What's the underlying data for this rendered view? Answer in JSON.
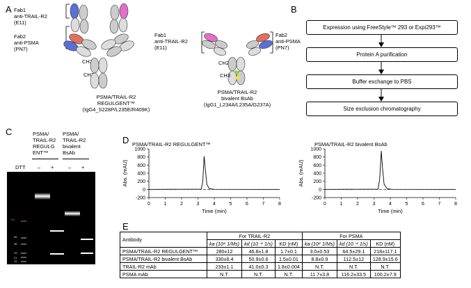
{
  "panels": {
    "a": "A",
    "b": "B",
    "c": "C",
    "d": "D",
    "e": "E"
  },
  "panelA": {
    "left": {
      "fab1": [
        "Fab1",
        "anti-TRAIL-R2",
        "(E11)"
      ],
      "fab2": [
        "Fab2",
        "anti-PSMA",
        "(PN7)"
      ],
      "ch2": "CH2",
      "ch3": "CH3",
      "caption": [
        "PSMA/TRAIL-R2",
        "REGULGENT™",
        "(IgG4_S228P/L235E/R409K)"
      ]
    },
    "right": {
      "fab1": [
        "Fab1",
        "anti-TRAIL-R2",
        "(E11)"
      ],
      "fab2": [
        "Fab2",
        "anti-PSMA",
        "(PN7)"
      ],
      "ch2": "CH2",
      "ch3": "CH3",
      "caption": [
        "PSMA/TRAIL-R2",
        "bivalent BsAb",
        "(IgG1_L234A/L235A/G237A)"
      ]
    }
  },
  "panelB": {
    "steps": [
      "Expression using FreeStyle™ 293 or Expi293™",
      "Protein A purification",
      "Buffer exchange to PBS",
      "Size exclusion chromatography"
    ]
  },
  "panelC": {
    "lane_headers": [
      [
        "PSMA/",
        "TRAIL-R2",
        "REGULG",
        "ENT™"
      ],
      [
        "PSMA/",
        "TRAIL-R2",
        "bivalent",
        "BsAb"
      ]
    ],
    "dtt": "DTT",
    "dtt_states": [
      "–",
      "+",
      "–",
      "+"
    ],
    "markers": [
      "119",
      "66",
      "46",
      "29",
      "21",
      "15"
    ]
  },
  "panelD": {
    "charts": [
      {
        "title": "PSMA/TRAIL-R2 REGULGENT™",
        "ylabel": "Abs. (mAU)",
        "xlabel": "Time (min)"
      },
      {
        "title": "PSMA/TRAIL-R2 bivalent BsAb",
        "ylabel": "Abs. (mAU)",
        "xlabel": "Time (min)"
      }
    ]
  },
  "chart_data": [
    {
      "type": "line",
      "title": "PSMA/TRAIL-R2 REGULGENT™",
      "xlabel": "Time (min)",
      "ylabel": "Abs. (mAU)",
      "xlim": [
        0,
        8
      ],
      "ylim": [
        -200,
        1000
      ],
      "xticks": [
        0,
        1,
        2,
        3,
        4,
        5,
        6,
        7,
        8
      ],
      "yticks": [
        -200,
        0,
        200,
        400,
        600,
        800,
        1000
      ],
      "series": [
        {
          "x": [
            0,
            3.2,
            3.3,
            3.38,
            3.45,
            3.55,
            3.7,
            4,
            8
          ],
          "y": [
            0,
            5,
            200,
            820,
            500,
            120,
            20,
            2,
            0
          ]
        }
      ]
    },
    {
      "type": "line",
      "title": "PSMA/TRAIL-R2 bivalent BsAb",
      "xlabel": "Time (min)",
      "ylabel": "Abs. (mAU)",
      "xlim": [
        0,
        8
      ],
      "ylim": [
        -200,
        1000
      ],
      "xticks": [
        0,
        1,
        2,
        3,
        4,
        5,
        6,
        7,
        8
      ],
      "yticks": [
        -200,
        0,
        200,
        400,
        600,
        800,
        1000
      ],
      "series": [
        {
          "x": [
            0,
            3.25,
            3.35,
            3.45,
            3.52,
            3.62,
            3.8,
            4.1,
            8
          ],
          "y": [
            0,
            5,
            250,
            950,
            550,
            130,
            20,
            2,
            0
          ]
        }
      ]
    }
  ],
  "panelE": {
    "headers": {
      "antibody": "Antibody",
      "trail": "For TRAIL-R2",
      "psma": "For PSMA",
      "ka": "ka (10⁴ 1/Ms)",
      "kd": "kd (10⁻⁴ 1/s)",
      "KD": "KD (nM)"
    },
    "rows": [
      [
        "PSMA/TRAIL-R2 REGULGENT™",
        "280±12",
        "46.8±1.8",
        "1.7±0.1",
        "3.0±0.53",
        "64.5±29.1",
        "218±117.1"
      ],
      [
        "PSMA/TRAIL-R2 bivalent BsAb",
        "330±6.4",
        "50.9±0.6",
        "1.5±0.01",
        "8.8±0.9",
        "112.5±12",
        "128.9±15.6"
      ],
      [
        "TRAIL-R2 mAb",
        "233±1.1",
        "41.0±0.3",
        "1.8±0.004",
        "N.T.",
        "N.T.",
        "N.T."
      ],
      [
        "PSMA mAb",
        "N.T.",
        "N.T.",
        "N.T.",
        "11.7±3.8",
        "116.2±33.5",
        "100.2±7.9"
      ]
    ]
  },
  "colors": {
    "blue": "#5b6fd6",
    "pink": "#e070c8",
    "salmon": "#e07060",
    "gray": "#c8c8c8"
  }
}
